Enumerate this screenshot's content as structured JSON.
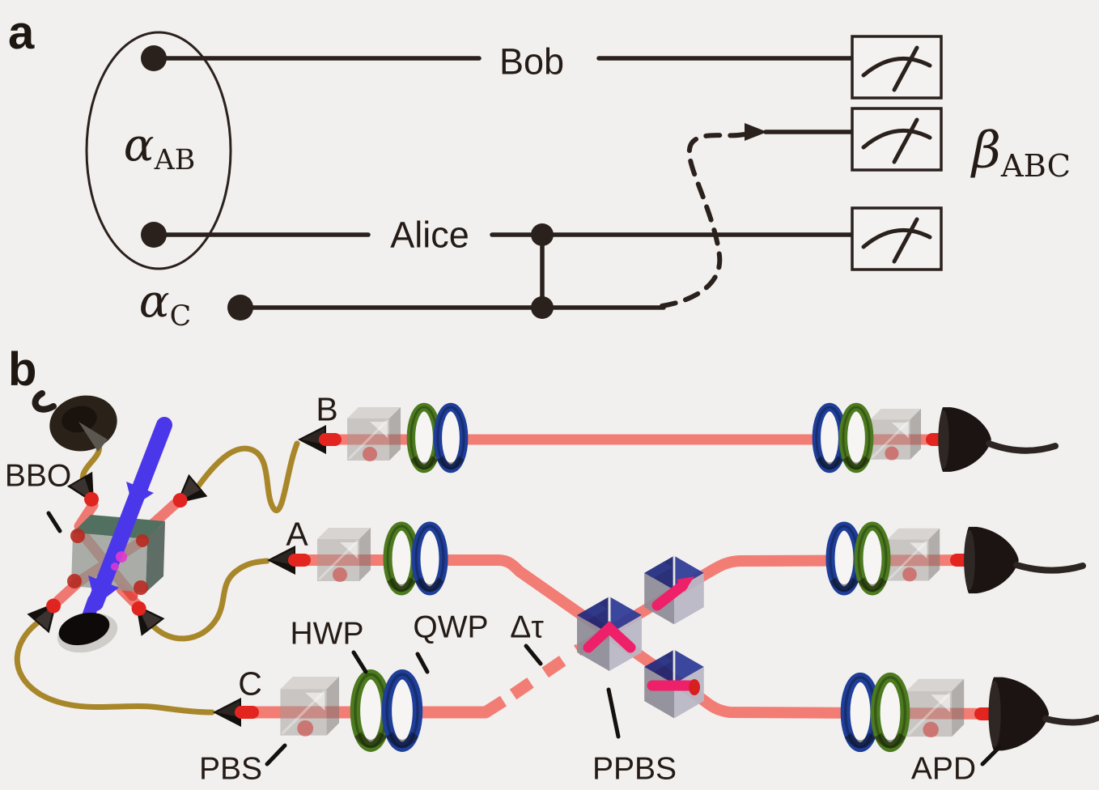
{
  "panel_a": {
    "label": "a",
    "pair_state": {
      "symbol": "α",
      "subscript": "AB"
    },
    "input_state": {
      "symbol": "α",
      "subscript": "C"
    },
    "parties": {
      "bob": "Bob",
      "alice": "Alice"
    },
    "joint_measurement": {
      "symbol": "β",
      "subscript": "ABC"
    }
  },
  "panel_b": {
    "label": "b",
    "modes": {
      "b": "B",
      "a": "A",
      "c": "C"
    },
    "components": {
      "bbo": "BBO",
      "hwp": "HWP",
      "qwp": "QWP",
      "delay": "Δτ",
      "pbs": "PBS",
      "ppbs": "PPBS",
      "apd": "APD"
    }
  },
  "colors": {
    "background": "#f2f0ee",
    "ink": "#2a211d",
    "beam_salmon": "#f27d75",
    "beam_bright_red": "#e3241f",
    "crimson_highlight": "#ee2069",
    "pump_blue": "#4b37ea",
    "fiber_gold": "#a8872b",
    "hwp_green": "#4c7b1f",
    "qwp_blue": "#1e3e9a",
    "ppbs_navy": "#232e84",
    "bbo_teal": "#52705f"
  }
}
